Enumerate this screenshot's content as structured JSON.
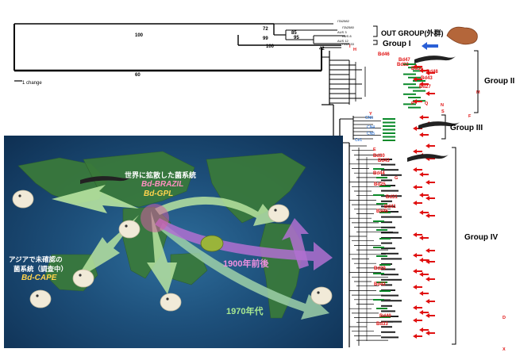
{
  "tree": {
    "outgroup_taxa": [
      "ITA2582",
      "ITA2580",
      "AUS 3",
      "AUS 8",
      "AUS 12",
      "ITA2633"
    ],
    "support_values": [
      "100",
      "72",
      "99",
      "85",
      "95",
      "100",
      "60",
      "42"
    ],
    "scale_label": "1 change",
    "groups": {
      "outgroup": "OUT GROUP(外群)",
      "group1": "Group I",
      "group2": "Group II",
      "group3": "Group III",
      "group4": "Group IV"
    },
    "red_labels": [
      "Bd46",
      "Bd47",
      "Bd32",
      "Bd34",
      "Bd48",
      "Bd43",
      "Bd27",
      "Bd30",
      "Bd43",
      "Bd44",
      "Bd25",
      "Bd31",
      "Bd41",
      "Bd45",
      "Bd29",
      "Bd42",
      "Bd40",
      "Bd33"
    ],
    "red_letters": [
      "I",
      "H",
      "M",
      "P",
      "Q",
      "N",
      "S",
      "F",
      "Y",
      "E",
      "G",
      "D",
      "X"
    ],
    "blue_labels": [
      "CN6",
      "CN4",
      "CN5",
      "Ce1"
    ],
    "colors": {
      "red": "#e01010",
      "green": "#0a8a2a",
      "blue": "#1060d0"
    }
  },
  "map": {
    "spread_label": "世界に拡散した菌系統",
    "bd_brazil": "Bd-BRAZIL",
    "bd_gpl": "Bd-GPL",
    "asia_text": [
      "アジアで未確認の",
      "菌系統（調査中）"
    ],
    "bd_cape": "Bd-CAPE",
    "year_1900": "1900年前後",
    "year_1970": "1970年代",
    "colors": {
      "ocean": "#1d4f7a",
      "land": "#3a7a3a",
      "arrow_green": "#b7e3a0",
      "arrow_purple": "#b070d0"
    }
  }
}
